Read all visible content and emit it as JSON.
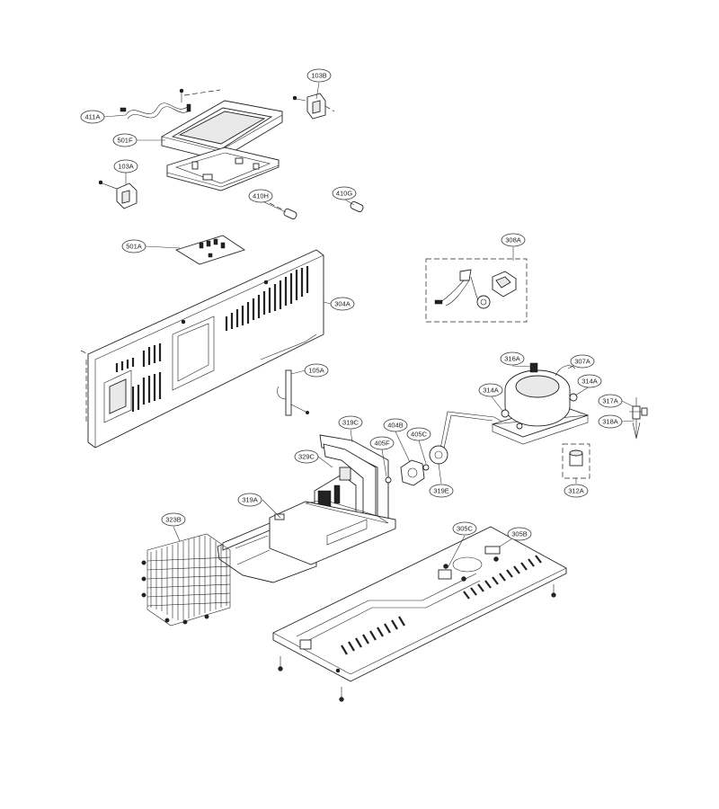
{
  "labels": {
    "p103B": "103B",
    "p411A": "411A",
    "p501F": "501F",
    "p103A": "103A",
    "p410H": "410H",
    "p410G": "410G",
    "p501A": "501A",
    "p308A": "308A",
    "p304A": "304A",
    "p105A": "105A",
    "p316A": "316A",
    "p307A": "307A",
    "p314A_left": "314A",
    "p314A_right": "314A",
    "p317A": "317A",
    "p318A": "318A",
    "p319C": "319C",
    "p404B": "404B",
    "p405F": "405F",
    "p405C": "405C",
    "p329C": "329C",
    "p319E": "319E",
    "p312A": "312A",
    "p319A": "319A",
    "p323B": "323B",
    "p305C": "305C",
    "p305B": "305B"
  }
}
